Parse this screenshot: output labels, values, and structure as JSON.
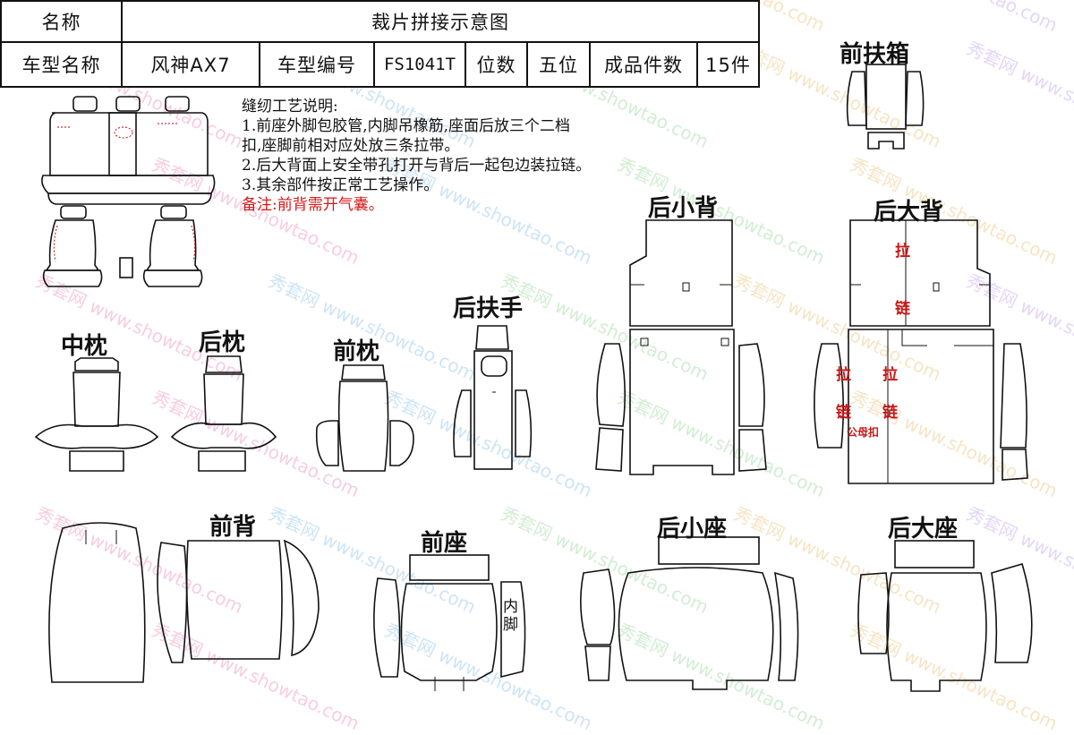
{
  "header": {
    "name_label": "名称",
    "title": "裁片拼接示意图",
    "model_name_label": "车型名称",
    "model_name": "风神AX7",
    "model_code_label": "车型编号",
    "model_code": "FS1041T",
    "seats_label": "位数",
    "seats": "五位",
    "pieces_label": "成品件数",
    "pieces": "15件"
  },
  "notes": {
    "heading": "缝纫工艺说明:",
    "line1": "1.前座外脚包胶管,内脚吊橡筋,座面后放三个二档",
    "line2": "扣,座脚前相对应处放三条拉带。",
    "line3": "2.后大背面上安全带孔打开与背后一起包边装拉链。",
    "line4": "3.其余部件按正常工艺操作。",
    "remark": "备注:前背需开气囊。"
  },
  "labels": {
    "front_armrest_box": "前扶箱",
    "rear_small_back": "后小背",
    "rear_big_back": "后大背",
    "middle_headrest": "中枕",
    "rear_headrest": "后枕",
    "front_headrest": "前枕",
    "rear_armrest": "后扶手",
    "front_back": "前背",
    "front_seat": "前座",
    "rear_small_seat": "后小座",
    "rear_big_seat": "后大座"
  },
  "annotations": {
    "zipper_la": "拉",
    "zipper_lian": "链",
    "male_female_buckle": "公母扣",
    "inner_foot_1": "内",
    "inner_foot_2": "脚"
  },
  "watermark": {
    "text_cn": "秀套网",
    "text_url": "www.showtao.com"
  },
  "colors": {
    "line": "#111111",
    "remark": "#d81818",
    "red_label": "#c81818"
  }
}
